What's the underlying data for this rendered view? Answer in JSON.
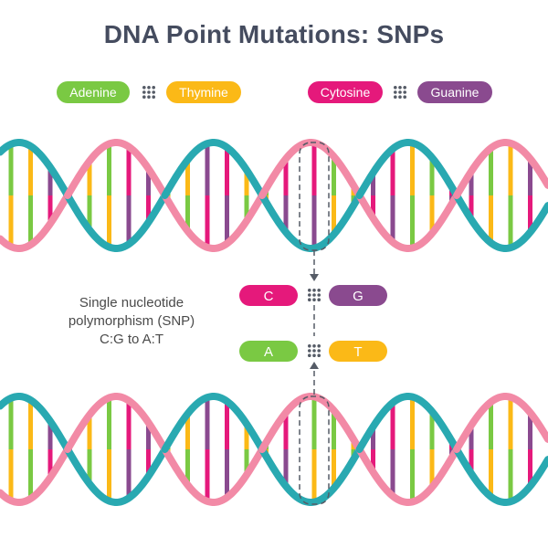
{
  "title": "DNA Point Mutations: SNPs",
  "colors": {
    "adenine": "#7ac943",
    "thymine": "#fbb917",
    "cytosine": "#e5197b",
    "guanine": "#8a4a8f",
    "strand_teal": "#29a9b1",
    "strand_pink": "#f28aa6",
    "dots": "#555b66",
    "dash": "#555b66"
  },
  "legend": [
    {
      "left": "Adenine",
      "right": "Thymine",
      "left_color": "adenine",
      "right_color": "thymine"
    },
    {
      "left": "Cytosine",
      "right": "Guanine",
      "left_color": "cytosine",
      "right_color": "guanine"
    }
  ],
  "mutation": {
    "before": {
      "left": "C",
      "right": "G"
    },
    "after": {
      "left": "A",
      "right": "T"
    }
  },
  "snp_label": {
    "line1": "Single nucleotide",
    "line2": "polymorphism (SNP)",
    "line3": "C:G to A:T"
  }
}
